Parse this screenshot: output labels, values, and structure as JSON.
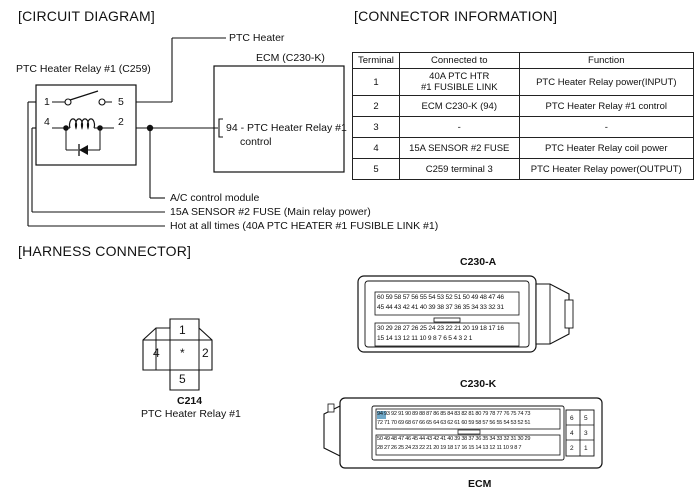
{
  "circuit": {
    "title": "[CIRCUIT DIAGRAM]",
    "ptc_heater": "PTC Heater",
    "relay_name": "PTC Heater Relay #1 (C259)",
    "ecm_name": "ECM (C230-K)",
    "ecm_pin_line1": "94 - PTC Heater Relay #1",
    "ecm_pin_line2": "control",
    "pins": [
      "1",
      "5",
      "4",
      "2"
    ],
    "ac_module": "A/C control module",
    "fuse_15a": "15A SENSOR #2 FUSE (Main relay power)",
    "hot_at_all": "Hot at all times (40A PTC HEATER #1 FUSIBLE LINK #1)"
  },
  "connector_info": {
    "title": "[CONNECTOR INFORMATION]",
    "headers": [
      "Terminal",
      "Connected to",
      "Function"
    ],
    "rows": [
      {
        "terminal": "1",
        "connected_l1": "40A PTC HTR",
        "connected_l2": "#1 FUSIBLE LINK",
        "function": "PTC Heater Relay power(INPUT)"
      },
      {
        "terminal": "2",
        "connected": "ECM C230-K (94)",
        "function": "PTC Heater Relay #1 control"
      },
      {
        "terminal": "3",
        "connected": "-",
        "function": "-"
      },
      {
        "terminal": "4",
        "connected": "15A SENSOR #2 FUSE",
        "function": "PTC Heater Relay coil power"
      },
      {
        "terminal": "5",
        "connected": "C259 terminal 3",
        "function": "PTC Heater Relay power(OUTPUT)"
      }
    ]
  },
  "harness": {
    "title": "[HARNESS CONNECTOR]",
    "c214_pins": [
      "1",
      "4",
      "*",
      "2",
      "5"
    ],
    "c214_code": "C214",
    "c214_name": "PTC Heater Relay #1",
    "c230a_code": "C230-A",
    "c230a_rows": [
      "60 59 58 57 56 55 54 53 52 51 50 49 48 47 46",
      "45 44 43 42 41 40 39 38 37 36 35 34 33 32 31",
      "30 29 28 27 26 25 24 23 22 21 20 19 18 17 16",
      "15 14 13 12 11 10 9 8 7 6 5 4 3 2 1"
    ],
    "c230k_code": "C230-K",
    "c230k_rows": [
      "94 93 92 91 90 89 88 87 86 85 84 83 82 81 80 79 78 77 76 75 74 73",
      "72 71 70 69 68 67 66 65 64 63 62 61 60 59 58 57 56 55 54 53 52 51",
      "50 49 48 47 46 45 44 43 42 41 40 39 38 37 36 35 34 33 32 31 30 29",
      "28 27 26 25 24 23 22 21 20 19 18 17 16 15 14 13 12 11 10 9 8 7"
    ],
    "c230k_side": [
      "6",
      "5",
      "4",
      "3",
      "2",
      "1"
    ],
    "ecm_label": "ECM"
  },
  "colors": {
    "highlight": "#6fa8c8",
    "line": "#111111"
  }
}
